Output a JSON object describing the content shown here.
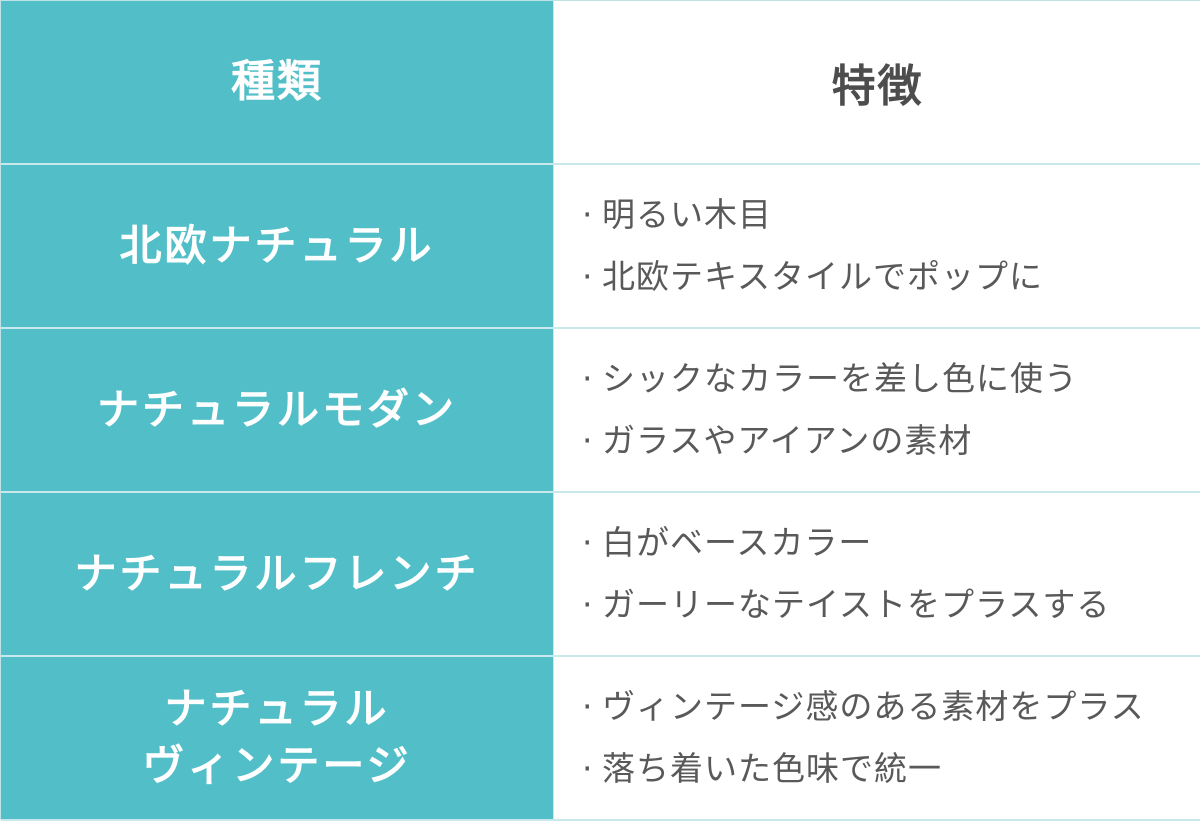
{
  "header": {
    "type_label": "種類",
    "feature_label": "特徴"
  },
  "rows": [
    {
      "type_lines": [
        "北欧ナチュラル"
      ],
      "features": [
        "明るい木目",
        "北欧テキスタイルでポップに"
      ]
    },
    {
      "type_lines": [
        "ナチュラルモダン"
      ],
      "features": [
        "シックなカラーを差し色に使う",
        "ガラスやアイアンの素材"
      ]
    },
    {
      "type_lines": [
        "ナチュラルフレンチ"
      ],
      "features": [
        "白がベースカラー",
        "ガーリーなテイストをプラスする"
      ]
    },
    {
      "type_lines": [
        "ナチュラル",
        "ヴィンテージ"
      ],
      "features": [
        "ヴィンテージ感のある素材をプラス",
        "落ち着いた色味で統一"
      ]
    }
  ],
  "colors": {
    "left_bg": "#52bfc8",
    "left_text": "#ffffff",
    "right_bg": "#ffffff",
    "right_text": "#595959",
    "divider": "#c9e8eb"
  }
}
